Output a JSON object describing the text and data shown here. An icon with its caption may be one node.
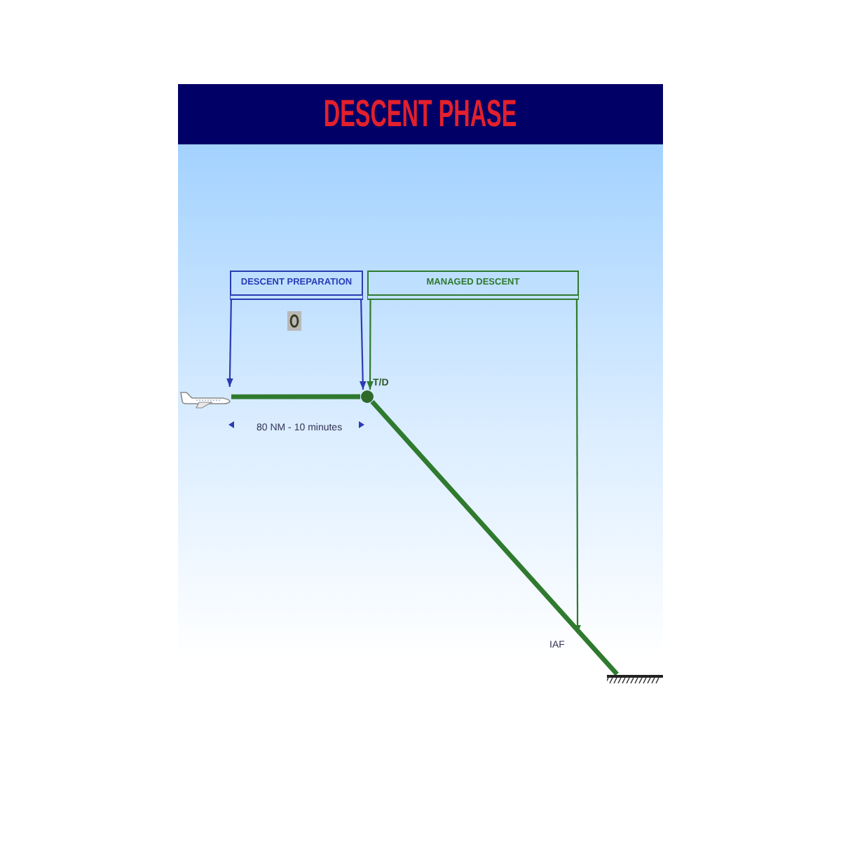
{
  "diagram": {
    "title": "DESCENT PHASE",
    "nodes": [
      {
        "text": [
          "DESCENT PREPARATION"
        ]
      },
      {
        "text": [
          "MANAGED DESCENT"
        ]
      },
      {
        "text": [],
        "shape": "picture"
      },
      {
        "text": [],
        "shape": "circle",
        "beside": [
          "T/D"
        ]
      },
      {
        "text": [],
        "shape": "bar"
      },
      {
        "text": [
          "IAF"
        ]
      }
    ],
    "edges": [
      {
        "from": 2,
        "to": 3,
        "arrow": "none",
        "style": "thick"
      },
      {
        "from": 3,
        "to": 4,
        "arrow": "none",
        "style": "thick"
      },
      {
        "from": 0,
        "to": 2,
        "arrow": "to",
        "color": "#2a3cb4"
      },
      {
        "from": 0,
        "to": 3,
        "arrow": "to",
        "color": "#2a3cb4"
      },
      {
        "from": 1,
        "to": 3,
        "arrow": "to"
      },
      {
        "from": 1,
        "to": 5,
        "arrow": "to"
      }
    ],
    "labels": [
      "80 NM - 10 minutes"
    ]
  }
}
